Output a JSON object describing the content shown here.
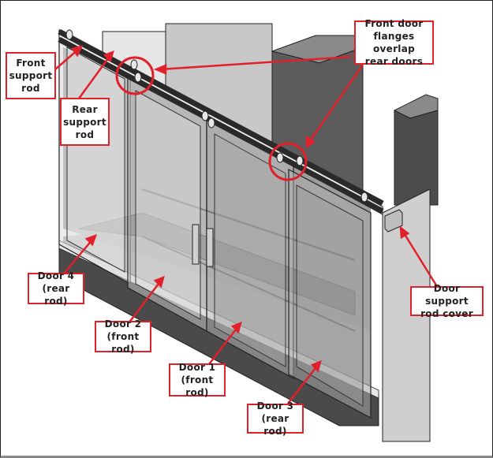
{
  "figure": {
    "subject": "Sliding door assembly with front and rear support rods",
    "colors": {
      "callout_border": "#e0202a",
      "callout_text": "#222222",
      "rod": "#2a2a2a",
      "frame_silver": "#d8d8d8",
      "glass": "#9a9a9a",
      "interior_dark": "#5a5a5a"
    },
    "callouts": [
      {
        "id": "front-support-rod",
        "lines": [
          "Front",
          "support",
          "rod"
        ]
      },
      {
        "id": "rear-support-rod",
        "lines": [
          "Rear",
          "support",
          "rod"
        ]
      },
      {
        "id": "front-door-flanges",
        "lines": [
          "Front door",
          "flanges overlap",
          "rear doors"
        ]
      },
      {
        "id": "door-4",
        "lines": [
          "Door 4",
          "(rear rod)"
        ]
      },
      {
        "id": "door-2",
        "lines": [
          "Door 2",
          "(front rod)"
        ]
      },
      {
        "id": "door-1",
        "lines": [
          "Door 1",
          "(front rod)"
        ]
      },
      {
        "id": "door-3",
        "lines": [
          "Door 3",
          "(rear rod)"
        ]
      },
      {
        "id": "door-support-rod-cover",
        "lines": [
          "Door support",
          "rod cover"
        ]
      }
    ]
  }
}
